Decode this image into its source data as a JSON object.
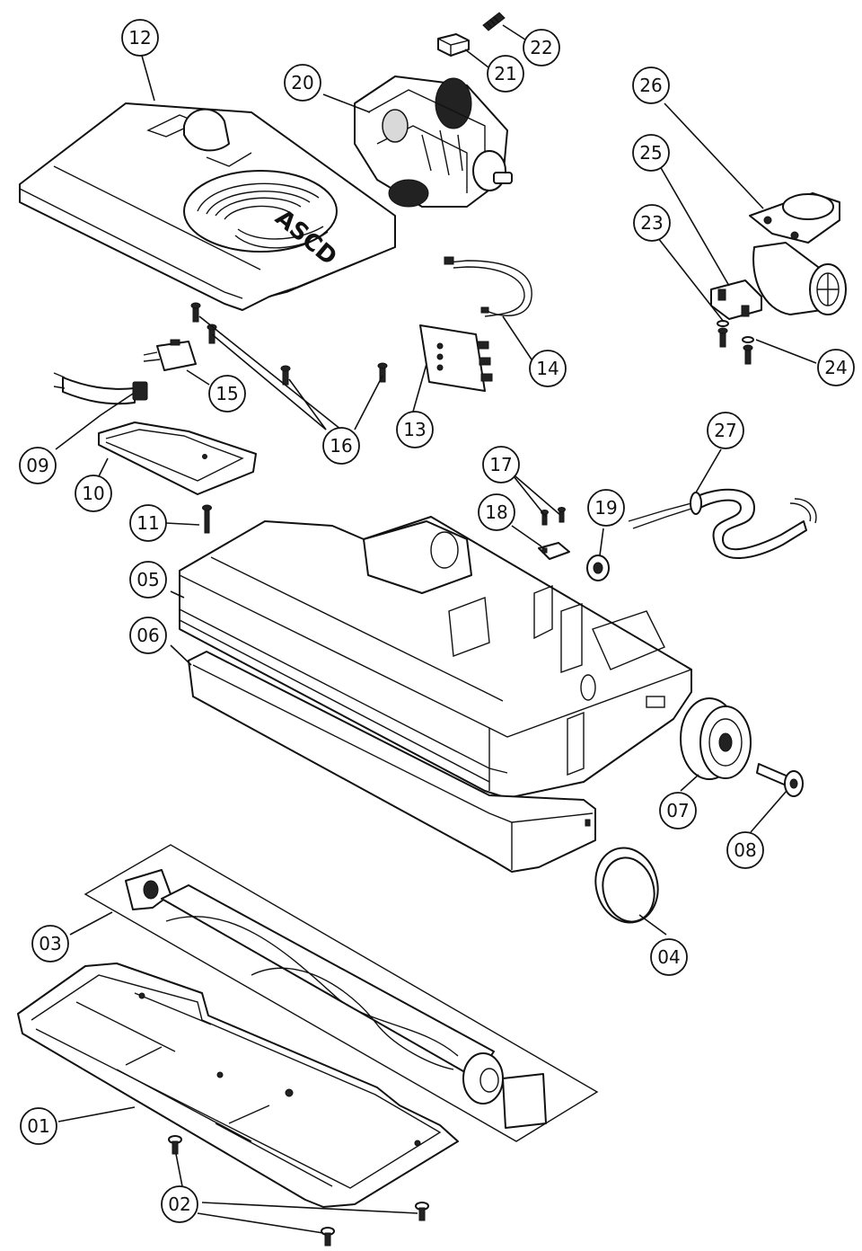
{
  "callouts": {
    "c01": "01",
    "c02": "02",
    "c03": "03",
    "c04": "04",
    "c05": "05",
    "c06": "06",
    "c07": "07",
    "c08": "08",
    "c09": "09",
    "c10": "10",
    "c11": "11",
    "c12": "12",
    "c13": "13",
    "c14": "14",
    "c15": "15",
    "c16": "16",
    "c17": "17",
    "c18": "18",
    "c19": "19",
    "c20": "20",
    "c21": "21",
    "c22": "22",
    "c23": "23",
    "c24": "24",
    "c25": "25",
    "c26": "26",
    "c27": "27"
  },
  "logo": {
    "text": "ASCD"
  }
}
